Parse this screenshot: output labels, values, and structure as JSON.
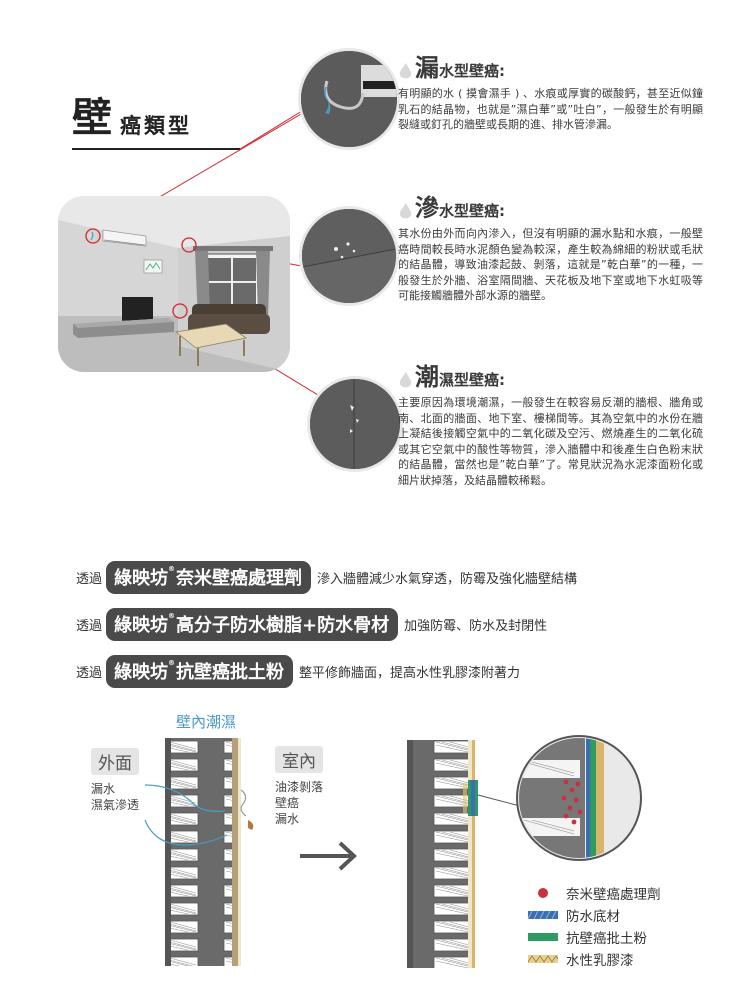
{
  "title": {
    "lead_char": "壁",
    "rest": "癌類型"
  },
  "sections": [
    {
      "lead_char": "漏",
      "heading_rest": "水型壁癌:",
      "body": "有明顯的水 ( 摸會濕手 ) 、水痕或厚實的碳酸鈣，甚至近似鐘乳石的結晶物，也就是”濕白華”或”吐白”，一般發生於有明顯裂縫或釘孔的牆壁或長期的進、排水管滲漏。"
    },
    {
      "lead_char": "滲",
      "heading_rest": "水型壁癌:",
      "body": "其水份由外而向內滲入，但沒有明顯的漏水點和水痕，一般壁癌時間較長時水泥顏色變為較深，產生較為綿細的粉狀或毛狀的結晶體，導致油漆起鼓、剝落，這就是”乾白華”的一種，一般發生於外牆、浴室隔間牆、天花板及地下室或地下水虹吸等可能接觸牆體外部水源的牆壁。"
    },
    {
      "lead_char": "潮",
      "heading_rest": "濕型壁癌:",
      "body": "主要原因為環境潮濕，一般發生在較容易反潮的牆根、牆角或南、北面的牆面、地下室、樓梯間等。其為空氣中的水份在牆上凝結後接觸空氣中的二氧化碳及空污、燃燒產生的二氧化硫或其它空氣中的酸性等物質，滲入牆體中和後產生白色粉末狀的結晶體，當然也是”乾白華”了。常見狀況為水泥漆面粉化或細片狀掉落，及結晶體較稀鬆。"
    }
  ],
  "products": [
    {
      "prefix": "透過",
      "brand": "綠映坊",
      "reg": "®",
      "name": "奈米壁癌處理劑",
      "desc": "滲入牆體減少水氣穿透，防霉及強化牆壁結構"
    },
    {
      "prefix": "透過",
      "brand": "綠映坊",
      "reg": "®",
      "name": "高分子防水樹脂+防水骨材",
      "desc": "加強防霉、防水及封閉性"
    },
    {
      "prefix": "透過",
      "brand": "綠映坊",
      "reg": "®",
      "name": "抗壁癌批土粉",
      "desc": "整平修飾牆面，提高水性乳膠漆附著力"
    }
  ],
  "diagram": {
    "wall_title": "壁內潮濕",
    "outside_tag": "外面",
    "inside_tag": "室內",
    "outside_lines": [
      "漏水",
      "濕氣滲透"
    ],
    "inside_lines": [
      "油漆剝落",
      "壁癌",
      "漏水"
    ]
  },
  "legend": [
    {
      "label": "奈米壁癌處理劑",
      "swatch": "dot",
      "color": "#c8313d"
    },
    {
      "label": "防水底材",
      "swatch": "hatch-blue",
      "color": "#3b6fb0"
    },
    {
      "label": "抗壁癌批土粉",
      "swatch": "bar-green",
      "color": "#2f9a63"
    },
    {
      "label": "水性乳膠漆",
      "swatch": "zigzag-tan",
      "color": "#d9b56a"
    }
  ],
  "colors": {
    "pill_bg": "#4a4a4a",
    "callout_bg": "#5b5b5b",
    "accent_red": "#d2262f",
    "wall_title": "#4a9bc6"
  }
}
